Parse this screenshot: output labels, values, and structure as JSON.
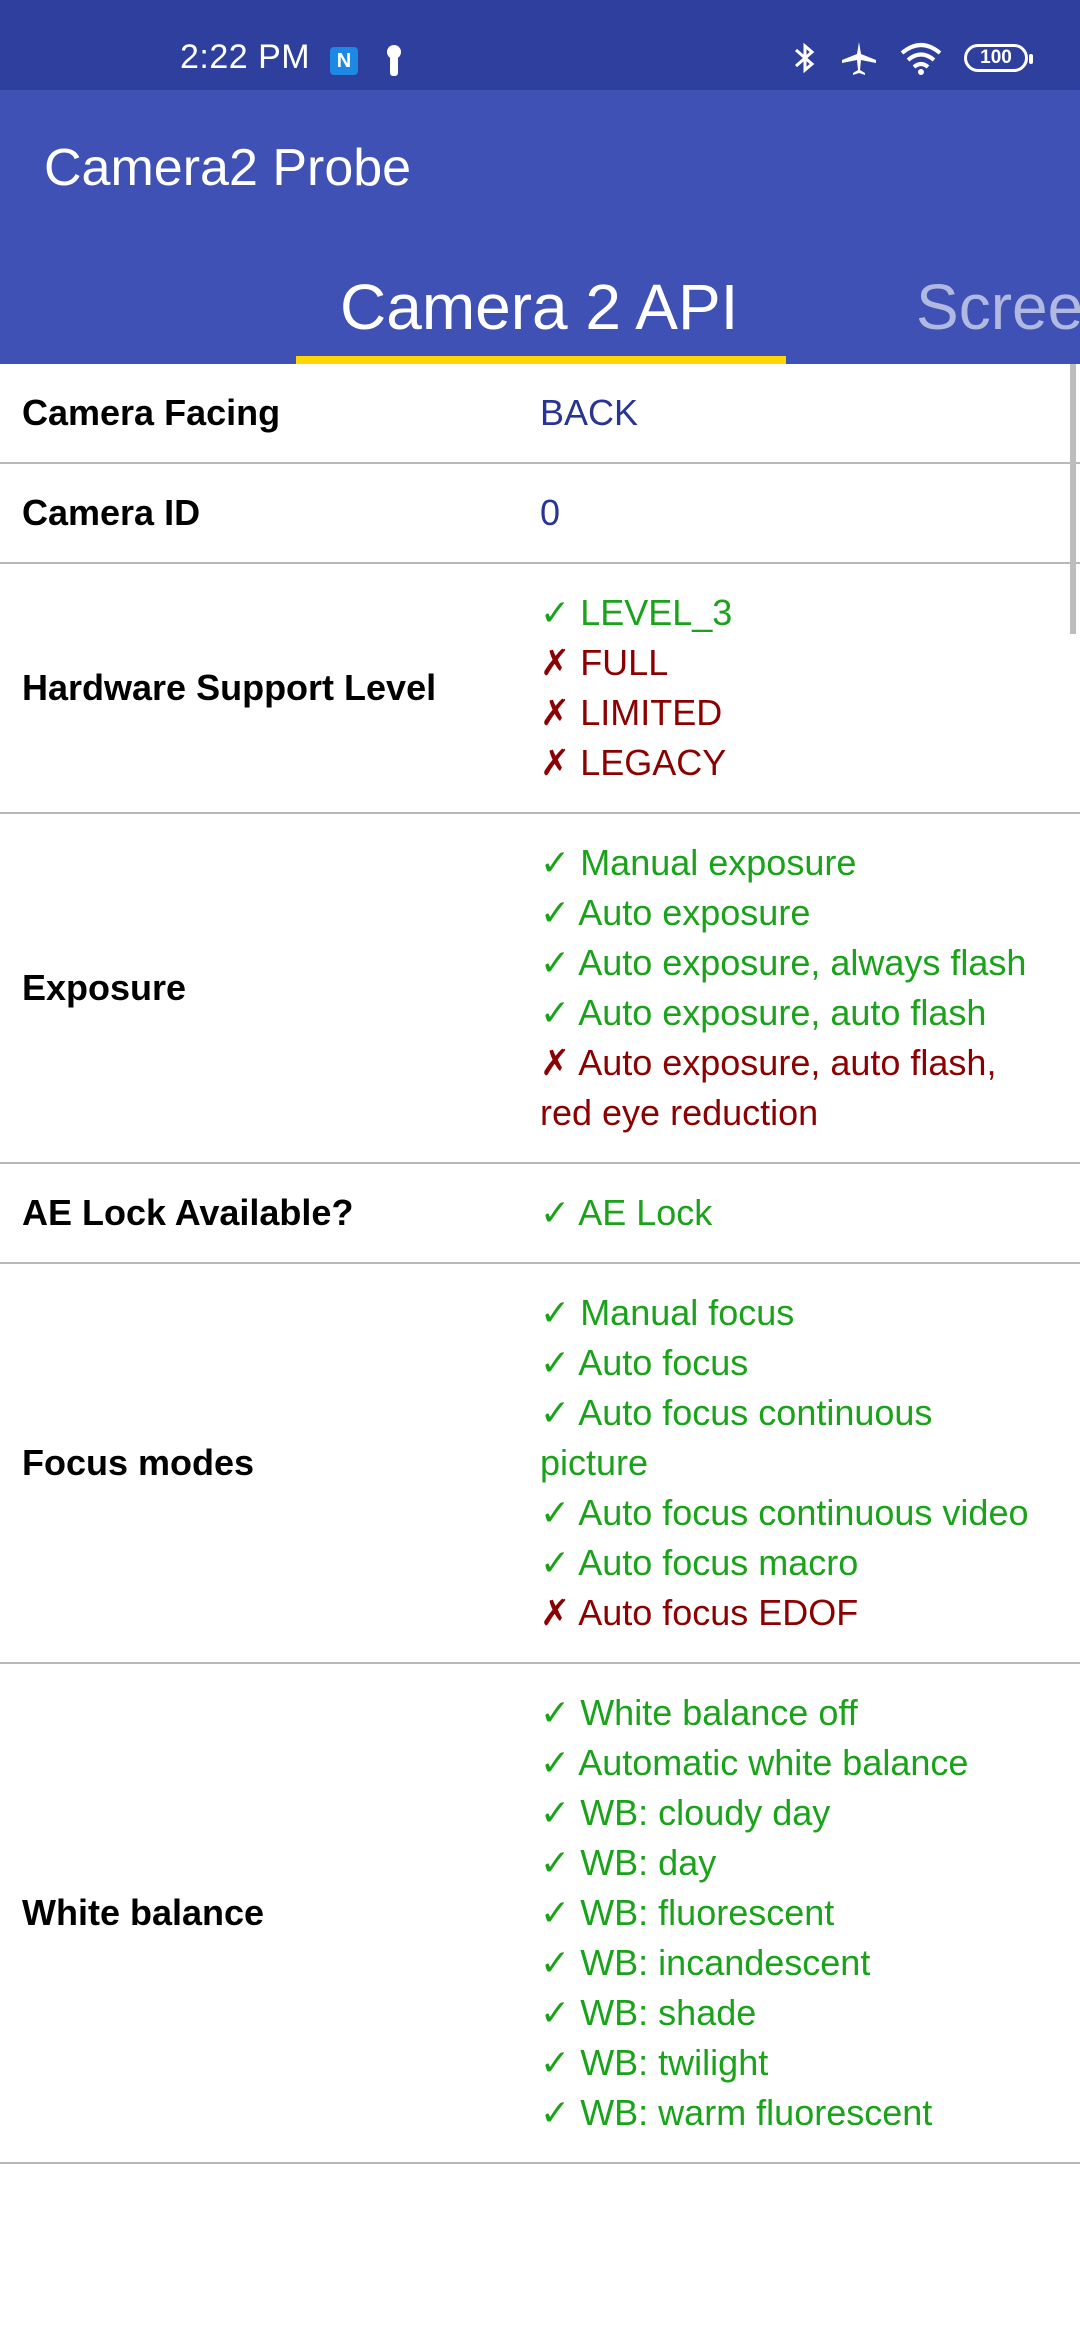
{
  "status_bar": {
    "time": "2:22 PM",
    "battery": "100",
    "icons": [
      "n-app-icon",
      "key-icon",
      "bluetooth-icon",
      "airplane-icon",
      "wifi-icon",
      "battery-icon"
    ]
  },
  "app_bar": {
    "title": "Camera2 Probe"
  },
  "tabs": [
    {
      "label": "Camera 2 API",
      "active": true
    },
    {
      "label": "Scree",
      "active": false
    }
  ],
  "marks": {
    "yes": "✓",
    "no": "✗"
  },
  "colors": {
    "primary": "#3f51b5",
    "status": "#2f3f9e",
    "indicator": "#ffd600",
    "yes": "#1aa31a",
    "no": "#8b0000",
    "plain": "#283593"
  },
  "rows": [
    {
      "label": "Camera Facing",
      "values": [
        {
          "text": "BACK"
        }
      ]
    },
    {
      "label": "Camera ID",
      "values": [
        {
          "text": "0"
        }
      ]
    },
    {
      "label": "Hardware Support Level",
      "values": [
        {
          "text": "LEVEL_3"
        },
        {
          "text": "FULL"
        },
        {
          "text": "LIMITED"
        },
        {
          "text": "LEGACY"
        }
      ]
    },
    {
      "label": "Exposure",
      "values": [
        {
          "text": "Manual exposure"
        },
        {
          "text": "Auto exposure"
        },
        {
          "text": "Auto exposure, always flash"
        },
        {
          "text": "Auto exposure, auto flash"
        },
        {
          "text": "Auto exposure, auto flash, red eye reduction"
        }
      ]
    },
    {
      "label": "AE Lock Available?",
      "values": [
        {
          "text": "AE Lock"
        }
      ]
    },
    {
      "label": "Focus modes",
      "values": [
        {
          "text": "Manual focus"
        },
        {
          "text": "Auto focus"
        },
        {
          "text": "Auto focus continuous picture"
        },
        {
          "text": "Auto focus continuous video"
        },
        {
          "text": "Auto focus macro"
        },
        {
          "text": "Auto focus EDOF"
        }
      ]
    },
    {
      "label": "White balance",
      "values": [
        {
          "text": "White balance off"
        },
        {
          "text": "Automatic white balance"
        },
        {
          "text": "WB: cloudy day"
        },
        {
          "text": "WB: day"
        },
        {
          "text": "WB: fluorescent"
        },
        {
          "text": "WB: incandescent"
        },
        {
          "text": "WB: shade"
        },
        {
          "text": "WB: twilight"
        },
        {
          "text": "WB: warm fluorescent"
        }
      ]
    }
  ]
}
